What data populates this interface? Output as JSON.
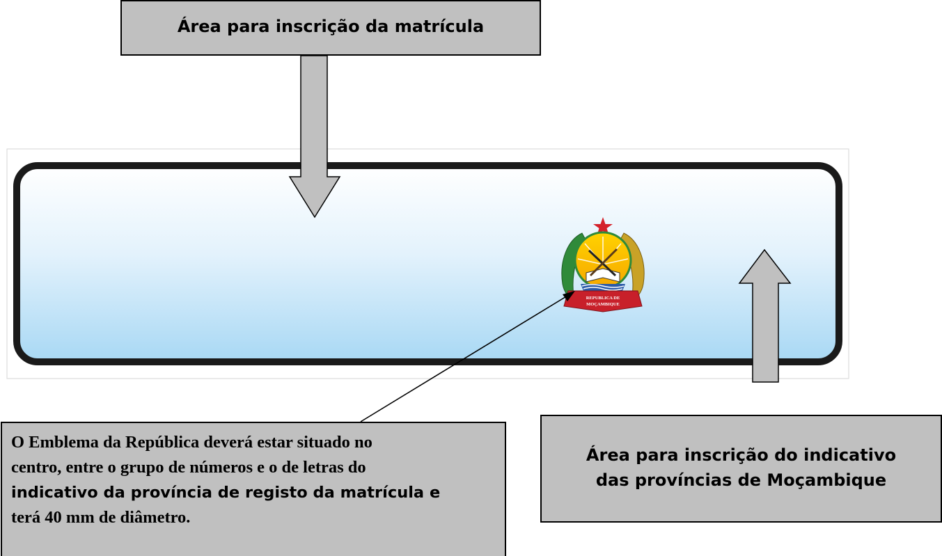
{
  "labels": {
    "top": "Área para inscrição da matrícula",
    "right_line1": "Área para inscrição do indicativo",
    "right_line2": "das províncias de Moçambique",
    "bottom_line1": "O Emblema da República deverá estar situado no",
    "bottom_line2": "centro,  entre o grupo de números e o de letras do",
    "bottom_line3": "indicativo da província de registo da matrícula e",
    "bottom_line4": "terá 40 mm de diâmetro."
  },
  "emblem": {
    "text_line1": "REPUBLICA DE",
    "text_line2": "MOÇAMBIQUE"
  },
  "colors": {
    "label_fill": "#c0c0c0",
    "arrow_fill": "#c0c0c0",
    "plate_border": "#1a1a1a",
    "plate_top": "#ffffff",
    "plate_bottom": "#a8d8f4"
  }
}
